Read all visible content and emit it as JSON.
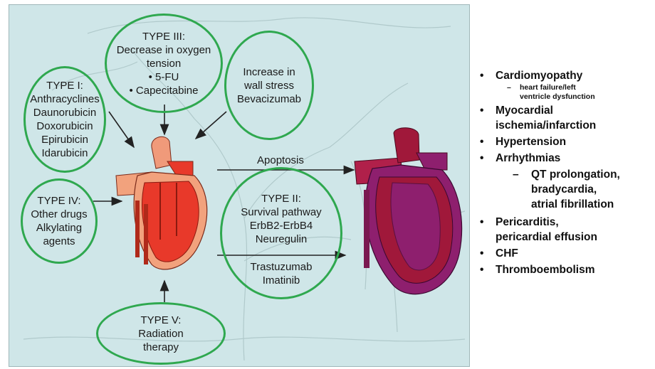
{
  "diagram": {
    "type1": [
      "TYPE I:",
      "Anthracyclines",
      "Daunorubicin",
      "Doxorubicin",
      "Epirubicin",
      "Idarubicin"
    ],
    "type3": [
      "TYPE III:",
      "Decrease in oxygen",
      "tension",
      "• 5-FU",
      "• Capecitabine"
    ],
    "wall_stress": [
      "Increase in",
      "wall stress",
      "Bevacizumab"
    ],
    "type4": [
      "TYPE IV:",
      "Other drugs",
      "Alkylating",
      "agents"
    ],
    "type2": [
      "TYPE II:",
      "Survival pathway",
      "ErbB2-ErbB4",
      "Neuregulin"
    ],
    "type2_drugs": [
      "Trastuzumab",
      "Imatinib"
    ],
    "type5": [
      "TYPE V:",
      "Radiation",
      "therapy"
    ],
    "apoptosis_label": "Apoptosis",
    "colors": {
      "oval_border": "#2fa84f",
      "panel_bg": "#cfe6e8",
      "healthy_heart": "#e8392a",
      "damaged_heart": "#8e1f6e"
    }
  },
  "legend": {
    "items": [
      {
        "level": 1,
        "bullet": "•",
        "text": [
          "Cardiomyopathy"
        ]
      },
      {
        "level": 2,
        "small": true,
        "bullet": "–",
        "text": [
          "heart failure/left",
          "ventricle dysfunction"
        ]
      },
      {
        "level": 1,
        "bullet": "•",
        "text": [
          "Myocardial",
          "ischemia/infarction"
        ]
      },
      {
        "level": 1,
        "bullet": "•",
        "text": [
          "Hypertension"
        ]
      },
      {
        "level": 1,
        "bullet": "•",
        "text": [
          "Arrhythmias"
        ]
      },
      {
        "level": 2,
        "bullet": "–",
        "text": [
          "QT prolongation,",
          "bradycardia,",
          "atrial fibrillation"
        ]
      },
      {
        "level": 1,
        "bullet": "•",
        "text": [
          "Pericarditis,",
          "pericardial  effusion"
        ]
      },
      {
        "level": 1,
        "bullet": "•",
        "text": [
          "CHF"
        ]
      },
      {
        "level": 1,
        "bullet": "•",
        "text": [
          "Thromboembolism"
        ]
      }
    ]
  }
}
